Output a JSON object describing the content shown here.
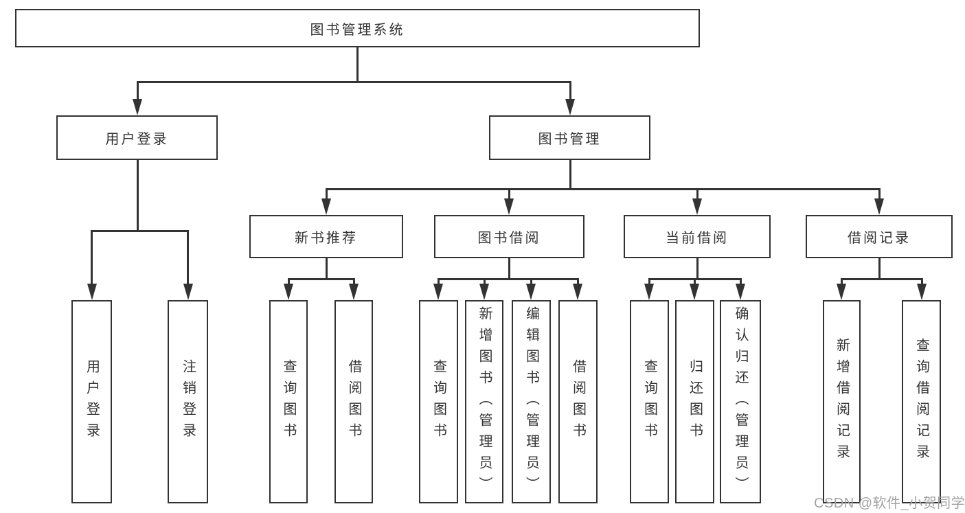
{
  "tree": {
    "label": "图书管理系统",
    "children": [
      {
        "label": "用户登录",
        "children": [
          {
            "label": "用户登录"
          },
          {
            "label": "注销登录"
          }
        ]
      },
      {
        "label": "图书管理",
        "children": [
          {
            "label": "新书推荐",
            "children": [
              {
                "label": "查询图书"
              },
              {
                "label": "借阅图书"
              }
            ]
          },
          {
            "label": "图书借阅",
            "children": [
              {
                "label": "查询图书"
              },
              {
                "label": "新增图书（管理员）"
              },
              {
                "label": "编辑图书（管理员）"
              },
              {
                "label": "借阅图书"
              }
            ]
          },
          {
            "label": "当前借阅",
            "children": [
              {
                "label": "查询图书"
              },
              {
                "label": "归还图书"
              },
              {
                "label": "确认归还（管理员）"
              }
            ]
          },
          {
            "label": "借阅记录",
            "children": [
              {
                "label": "新增借阅记录"
              },
              {
                "label": "查询借阅记录"
              }
            ]
          }
        ]
      }
    ]
  },
  "watermark": {
    "text": "CSDN @软件_小贺同学"
  },
  "colors": {
    "line": "#333333",
    "text": "#333333",
    "background": "#ffffff",
    "watermark": "#a3a3a3"
  }
}
